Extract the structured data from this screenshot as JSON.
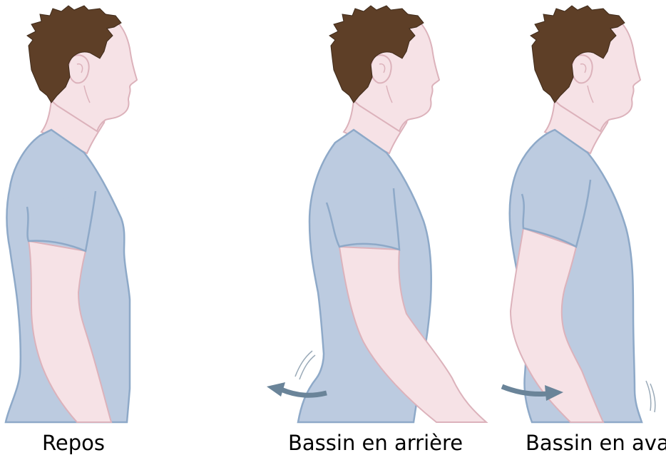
{
  "figures": [
    {
      "id": "repos",
      "caption": "Repos"
    },
    {
      "id": "retro",
      "caption": "Bassin en arrière"
    },
    {
      "id": "ante",
      "caption": "Bassin en avant"
    }
  ],
  "colors": {
    "hair": "#5e3f27",
    "hair_edge": "#3e2a1a",
    "skin": "#f6e2e6",
    "skin_edge": "#dcb2bb",
    "shirt": "#bccbe0",
    "shirt_edge": "#8ea9c8",
    "arrow": "#6a8499",
    "motion_lines": "#9aaab8"
  },
  "icons": {
    "arrow_backward": "curved-arrow-left-icon",
    "arrow_forward": "curved-arrow-right-icon"
  }
}
